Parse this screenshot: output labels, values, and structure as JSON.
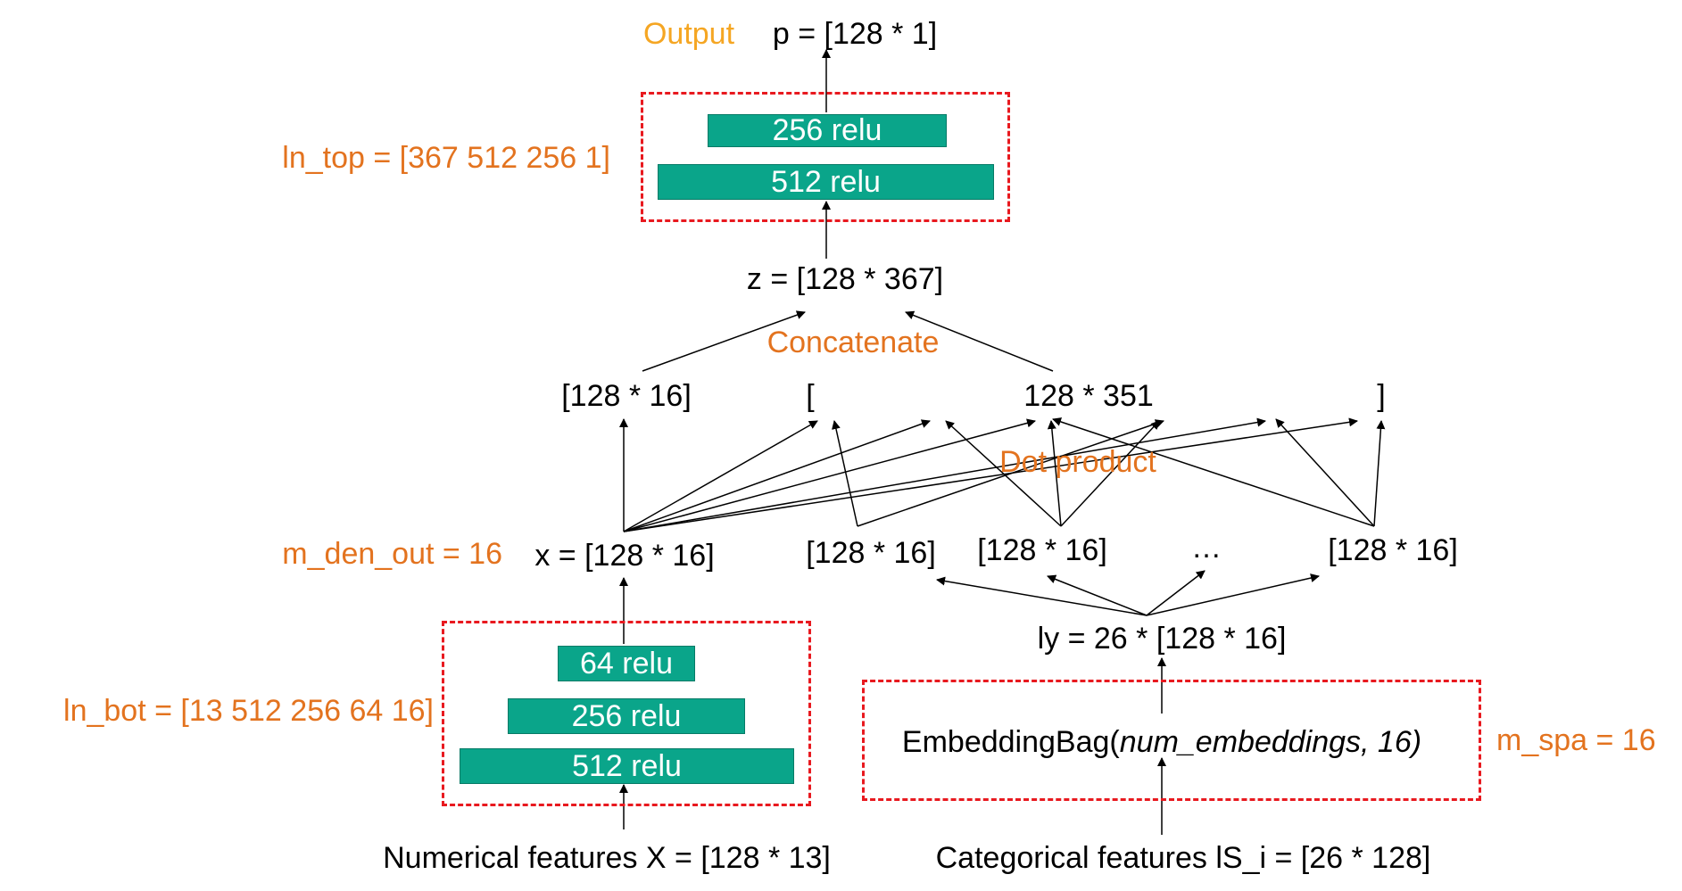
{
  "top": {
    "output_label": "Output",
    "output_value": "p = [128 * 1]",
    "ln_top_label": "ln_top = [367 512 256 1]",
    "layers": [
      "256 relu",
      "512 relu"
    ]
  },
  "interaction": {
    "z_label": "z = [128 * 367]",
    "concatenate_label": "Concatenate",
    "dense_vec_label": "[128 * 16]",
    "open_bracket": "[",
    "interaction_label": "128 * 351",
    "close_bracket": "]",
    "dot_product_label": "Dot product"
  },
  "middle": {
    "m_den_out_label": "m_den_out = 16",
    "x_label": "x = [128 * 16]",
    "emb_vec_1": "[128 * 16]",
    "emb_vec_2": "[128 * 16]",
    "ellipsis": "…",
    "emb_vec_3": "[128 * 16]"
  },
  "bottom": {
    "ly_label": "ly = 26 * [128 * 16]",
    "ln_bot_label": "ln_bot = [13 512 256 64 16]",
    "bottom_layers": [
      "64 relu",
      "256 relu",
      "512 relu"
    ],
    "embedding_prefix": "EmbeddingBag(",
    "embedding_args": "num_embeddings, 16)",
    "m_spa_label": "m_spa = 16",
    "numerical_label": "Numerical features X = [128 * 13]",
    "categorical_label": "Categorical features lS_i = [26 * 128]"
  }
}
